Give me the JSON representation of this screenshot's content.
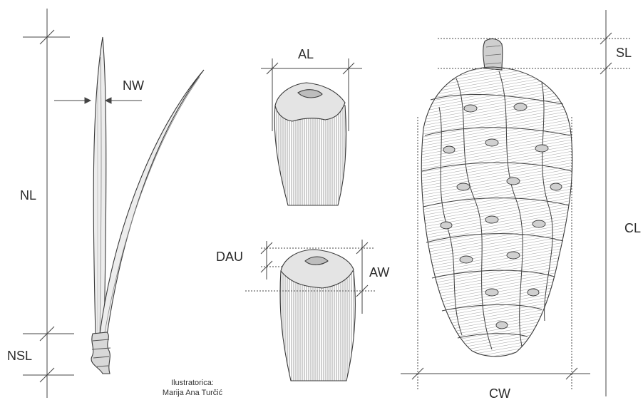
{
  "labels": {
    "nw": "NW",
    "nl": "NL",
    "nsl": "NSL",
    "al": "AL",
    "dau": "DAU",
    "aw": "AW",
    "sl": "SL",
    "cl": "CL",
    "cw": "CW"
  },
  "credit": {
    "line1": "Ilustratorica:",
    "line2": "Marija Ana Turčić"
  },
  "colors": {
    "ink": "#2a2a2a",
    "line": "#444444",
    "shade": "#9a9a9a",
    "fill": "#e9e9e9"
  }
}
